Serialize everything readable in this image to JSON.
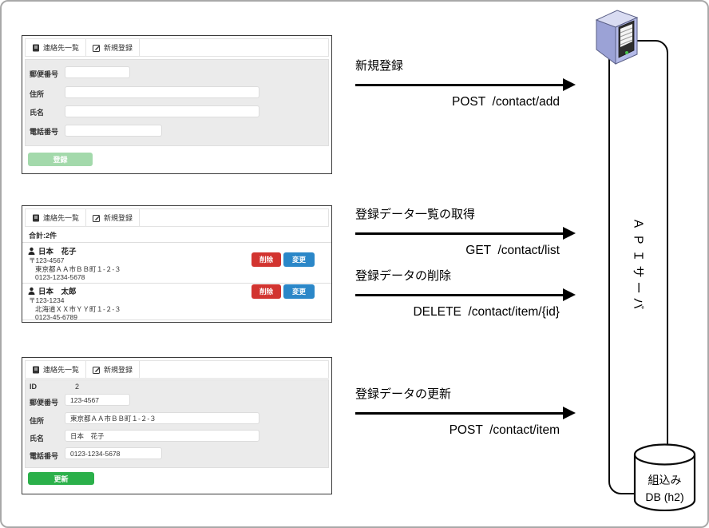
{
  "nav": {
    "contacts_list_label": "連絡先一覧",
    "new_register_label": "新規登録"
  },
  "register_form": {
    "postal_label": "郵便番号",
    "address_label": "住所",
    "name_label": "氏名",
    "phone_label": "電話番号",
    "postal_value": "",
    "address_value": "",
    "name_value": "",
    "phone_value": "",
    "submit_label": "登録"
  },
  "contact_list": {
    "total_label": "合計:2件",
    "delete_button_label": "削除",
    "change_button_label": "変更",
    "contacts": [
      {
        "name": "日本　花子",
        "postal": "〒123-4567",
        "address": "東京都ＡＡ市ＢＢ町１-２-３",
        "phone": "0123-1234-5678"
      },
      {
        "name": "日本　太郎",
        "postal": "〒123-1234",
        "address": "北海道ＸＸ市ＹＹ町１-２-３",
        "phone": "0123-45-6789"
      }
    ]
  },
  "edit_form": {
    "id_label": "ID",
    "id_value": "2",
    "postal_label": "郵便番号",
    "postal_value": "123-4567",
    "address_label": "住所",
    "address_value": "東京都ＡＡ市ＢＢ町１-２-３",
    "name_label": "氏名",
    "name_value": "日本　花子",
    "phone_label": "電話番号",
    "phone_value": "0123-1234-5678",
    "submit_label": "更新"
  },
  "flows": [
    {
      "title": "新規登録",
      "endpoint": "POST  /contact/add"
    },
    {
      "title": "登録データ一覧の取得",
      "endpoint": "GET  /contact/list"
    },
    {
      "title": "登録データの削除",
      "endpoint": "DELETE  /contact/item/{id}"
    },
    {
      "title": "登録データの更新",
      "endpoint": "POST  /contact/item"
    }
  ],
  "api_server": {
    "label": "ＡＰＩサーバ"
  },
  "database": {
    "line1": "組込み",
    "line2": "DB (h2)"
  },
  "icons": {
    "contacts": "address-book-icon",
    "new_register": "pencil-square-icon",
    "contact_row": "person-silhouette-icon",
    "server": "tower-server-icon",
    "db": "database-cylinder"
  },
  "colors": {
    "delete_red": "#d23430",
    "change_blue": "#2b87c8",
    "submit_green": "#2bb04a",
    "submit_pale_green": "#a3d9ab",
    "arrow_black": "#000000",
    "server_lavender": "#aab0dd"
  }
}
